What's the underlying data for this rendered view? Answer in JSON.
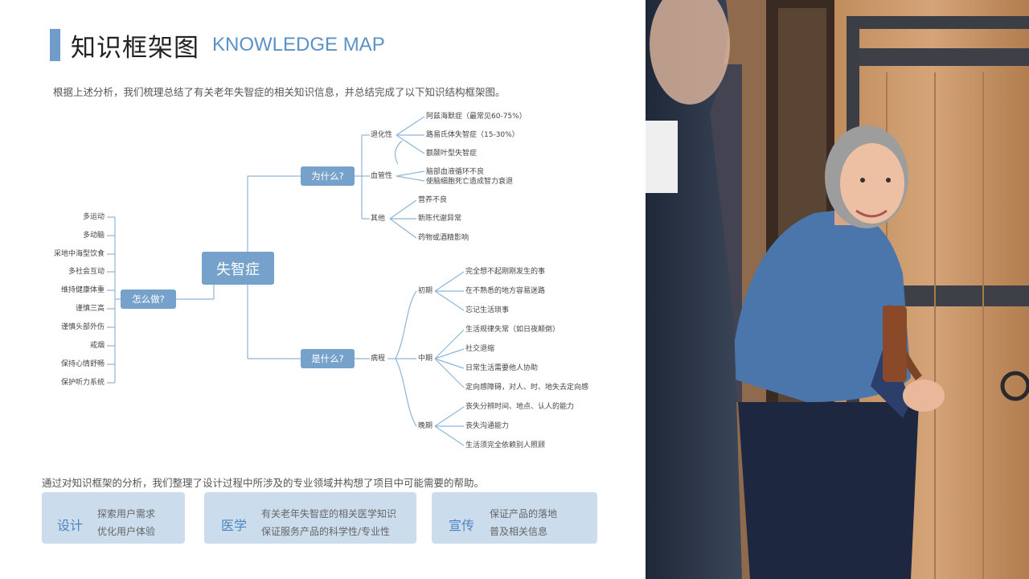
{
  "header": {
    "title_zh": "知识框架图",
    "title_en": "KNOWLEDGE MAP"
  },
  "intro": "根据上述分析，我们梳理总结了有关老年失智症的相关知识信息，并总结完成了以下知识结构框架图。",
  "map": {
    "root": "失智症",
    "how": {
      "label": "怎么做?",
      "items": [
        "多运动",
        "多动脑",
        "采地中海型饮食",
        "多社会互动",
        "维持健康体重",
        "谨慎三高",
        "谨慎头部外伤",
        "戒烟",
        "保持心情舒畅",
        "保护听力系统"
      ]
    },
    "why": {
      "label": "为什么?",
      "groups": [
        {
          "label": "退化性",
          "items": [
            "阿兹海默症（最常见60-75%）",
            "路易氏体失智症（15-30%）",
            "额颞叶型失智症"
          ]
        },
        {
          "label": "血管性",
          "items": [
            "脑部血液循环不良",
            "使脑细胞死亡造成智力衰退"
          ]
        },
        {
          "label": "其他",
          "items": [
            "营养不良",
            "新陈代谢异常",
            "药物或酒精影响"
          ]
        }
      ]
    },
    "what": {
      "label": "是什么?",
      "sub": "病程",
      "stages": [
        {
          "label": "初期",
          "items": [
            "完全想不起刚刚发生的事",
            "在不熟悉的地方容易迷路",
            "忘记生活琐事"
          ]
        },
        {
          "label": "中期",
          "items": [
            "生活规律失常（如日夜颠倒）",
            "社交退缩",
            "日常生活需要他人协助",
            "定向感障碍，对人、时、地失去定向感"
          ]
        },
        {
          "label": "晚期",
          "items": [
            "丧失分辨时间、地点、认人的能力",
            "丧失沟通能力",
            "生活须完全依赖别人照顾"
          ]
        }
      ]
    }
  },
  "summary": "通过对知识框架的分析，我们整理了设计过程中所涉及的专业领域并构想了项目中可能需要的帮助。",
  "cards": [
    {
      "title": "设计",
      "lines": [
        "探索用户需求",
        "优化用户体验"
      ]
    },
    {
      "title": "医学",
      "lines": [
        "有关老年失智症的相关医学知识",
        "保证服务产品的科学性/专业性"
      ]
    },
    {
      "title": "宣传",
      "lines": [
        "保证产品的落地",
        "普及相关信息"
      ]
    }
  ],
  "colors": {
    "accent": "#6f9cc9",
    "node": "#75a1ca",
    "card": "#cbdcec"
  }
}
